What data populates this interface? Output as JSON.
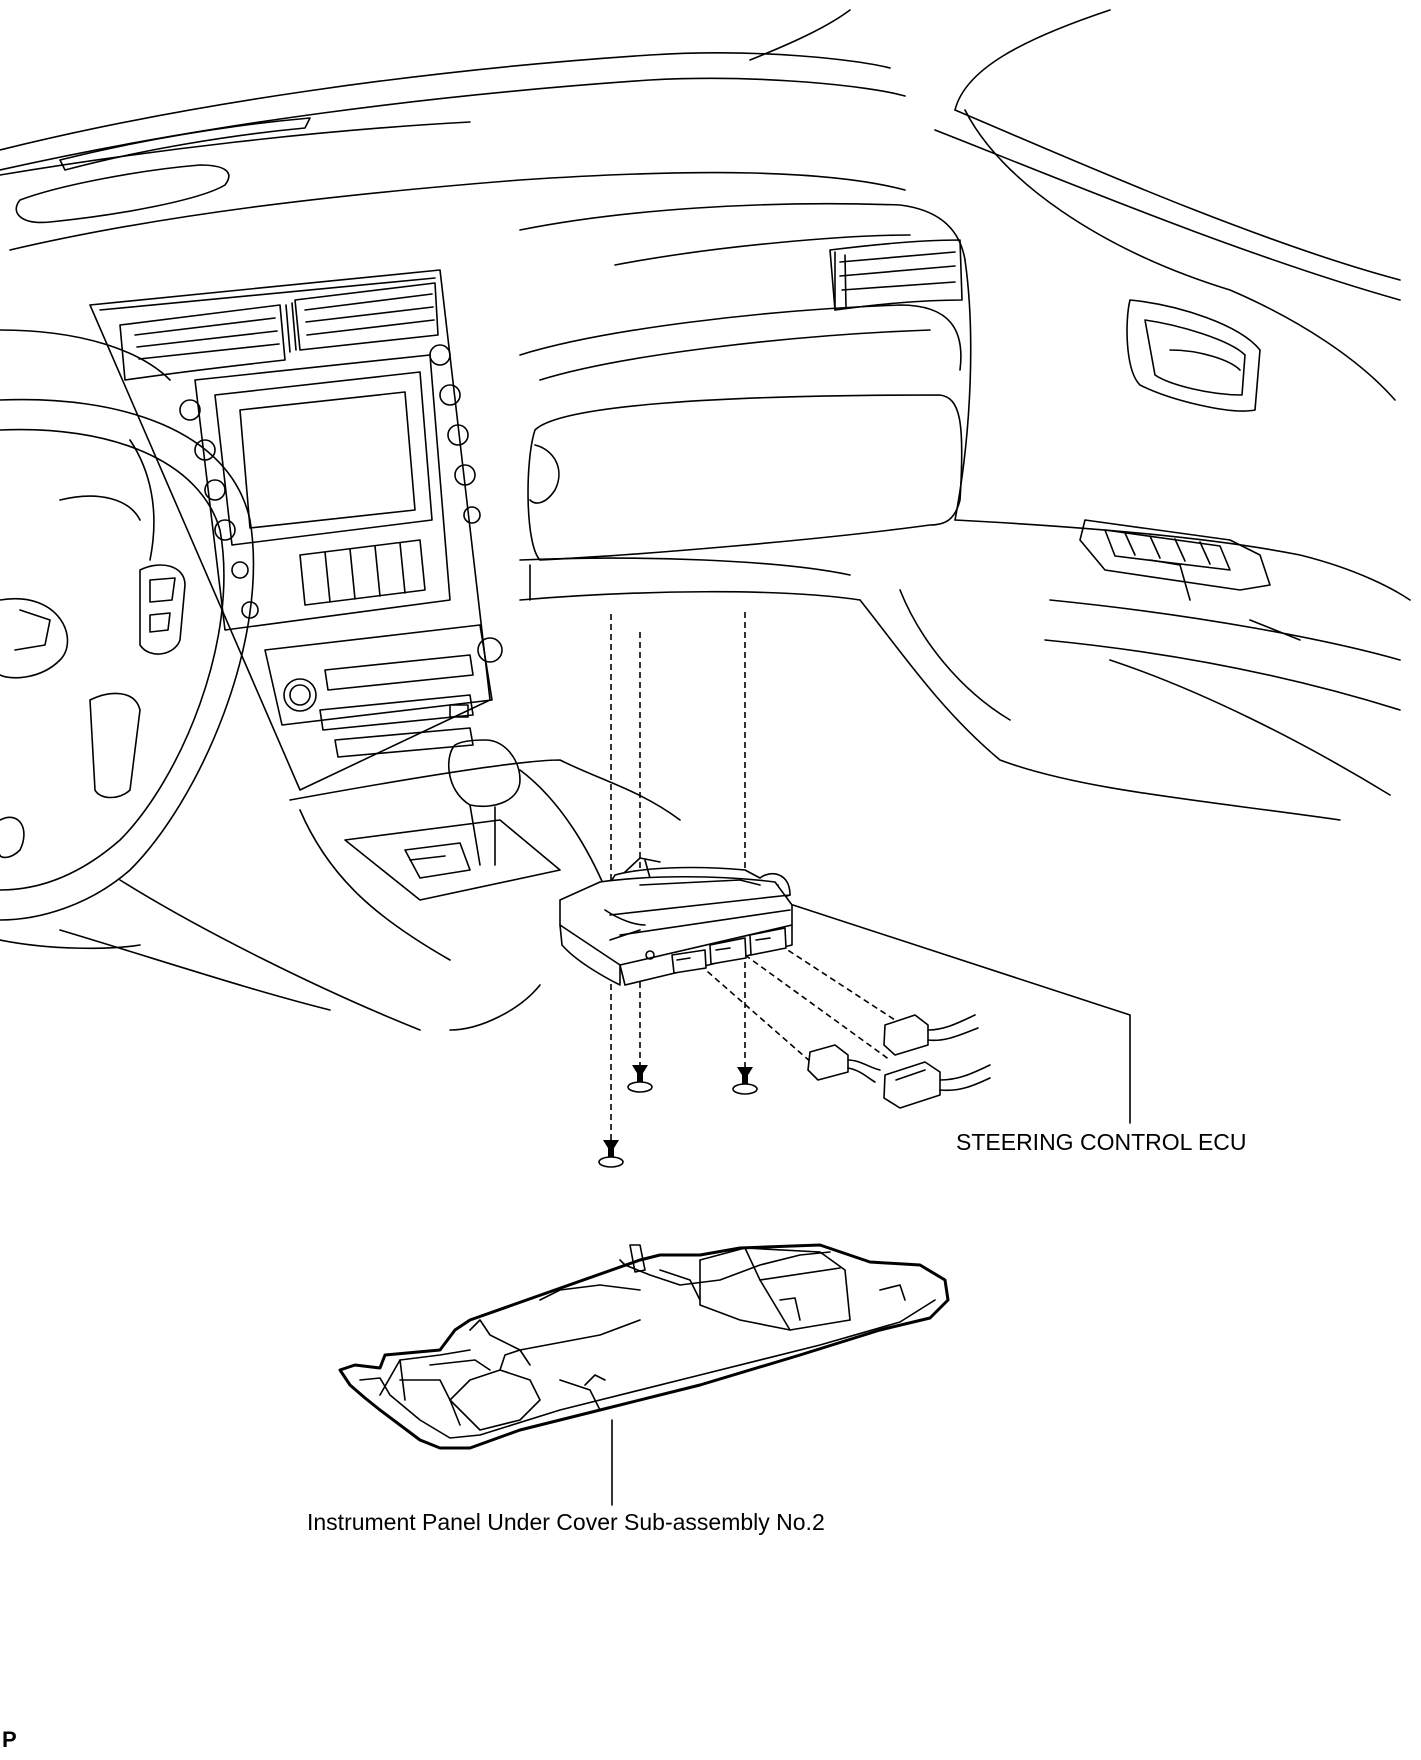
{
  "labels": {
    "ecu": "STEERING CONTROL ECU",
    "under_cover": "Instrument Panel Under Cover Sub-assembly No.2",
    "figure_code": "P"
  }
}
